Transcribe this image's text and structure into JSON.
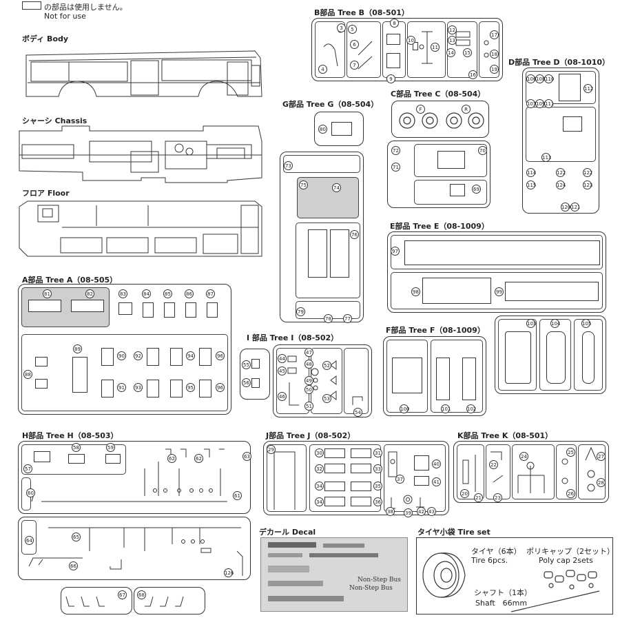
{
  "legend": {
    "jp": "の部品は使用しません。",
    "en": "Not for use"
  },
  "body_label": "ボディ Body",
  "chassis_label": "シャーシ Chassis",
  "floor_label": "フロア Floor",
  "trees": {
    "A": "A部品 Tree A（08-505）",
    "B": "B部品 Tree B（08-501）",
    "C": "C部品 Tree C（08-504）",
    "D": "D部品 Tree D（08-1010）",
    "E": "E部品 Tree E（08-1009）",
    "F": "F部品 Tree F（08-1009）",
    "G": "G部品 Tree G（08-504）",
    "H": "H部品 Tree H（08-503）",
    "I": "I 部品 Tree I（08-502）",
    "J": "J部品 Tree J（08-502）",
    "K": "K部品 Tree K（08-501）"
  },
  "decal_label": "デカール Decal",
  "decal_texts": {
    "a": "Non-Step Bus",
    "b": "Non-Step Bus"
  },
  "tire_set": {
    "title": "タイヤ小袋 Tire set",
    "tire_jp": "タイヤ（6本）",
    "tire_en": "Tire 6pcs.",
    "polycap_jp": "ポリキャップ（2セット）",
    "polycap_en": "Poly cap 2sets",
    "shaft_jp": "シャフト（1本）",
    "shaft_en": "Shaft　66mm"
  },
  "cmarks": {
    "front": "F",
    "rear": "R"
  },
  "numbers": {
    "A": [
      "81",
      "82",
      "83",
      "84",
      "85",
      "86",
      "87",
      "88",
      "89",
      "90",
      "91",
      "92",
      "93",
      "94",
      "95",
      "96",
      "96"
    ],
    "B": [
      "3",
      "4",
      "5",
      "6",
      "7",
      "8",
      "9",
      "10",
      "11",
      "12",
      "13",
      "14",
      "15",
      "16",
      "17",
      "18",
      "19"
    ],
    "C": [
      "72",
      "71",
      "70",
      "69"
    ],
    "D": [
      "106",
      "108",
      "110",
      "107",
      "109",
      "111",
      "112",
      "113",
      "114",
      "115",
      "122",
      "124",
      "122",
      "123",
      "121",
      "120"
    ],
    "E": [
      "97",
      "98",
      "99",
      "103",
      "104",
      "105"
    ],
    "F": [
      "100",
      "101",
      "102"
    ],
    "G": [
      "80",
      "73",
      "75",
      "74",
      "76",
      "79",
      "78",
      "77"
    ],
    "H": [
      "57",
      "58",
      "59",
      "62",
      "62",
      "63",
      "60",
      "61",
      "64",
      "65",
      "66",
      "67",
      "68",
      "126"
    ],
    "I": [
      "55",
      "56",
      "47",
      "44",
      "48",
      "52",
      "45",
      "49",
      "50",
      "53",
      "46",
      "51",
      "54"
    ],
    "J": [
      "29",
      "30",
      "31",
      "32",
      "33",
      "34",
      "35",
      "34",
      "36",
      "37",
      "38",
      "39",
      "42",
      "43",
      "40",
      "41"
    ],
    "K": [
      "20",
      "21",
      "22",
      "23",
      "24",
      "25",
      "26",
      "27",
      "28"
    ]
  }
}
